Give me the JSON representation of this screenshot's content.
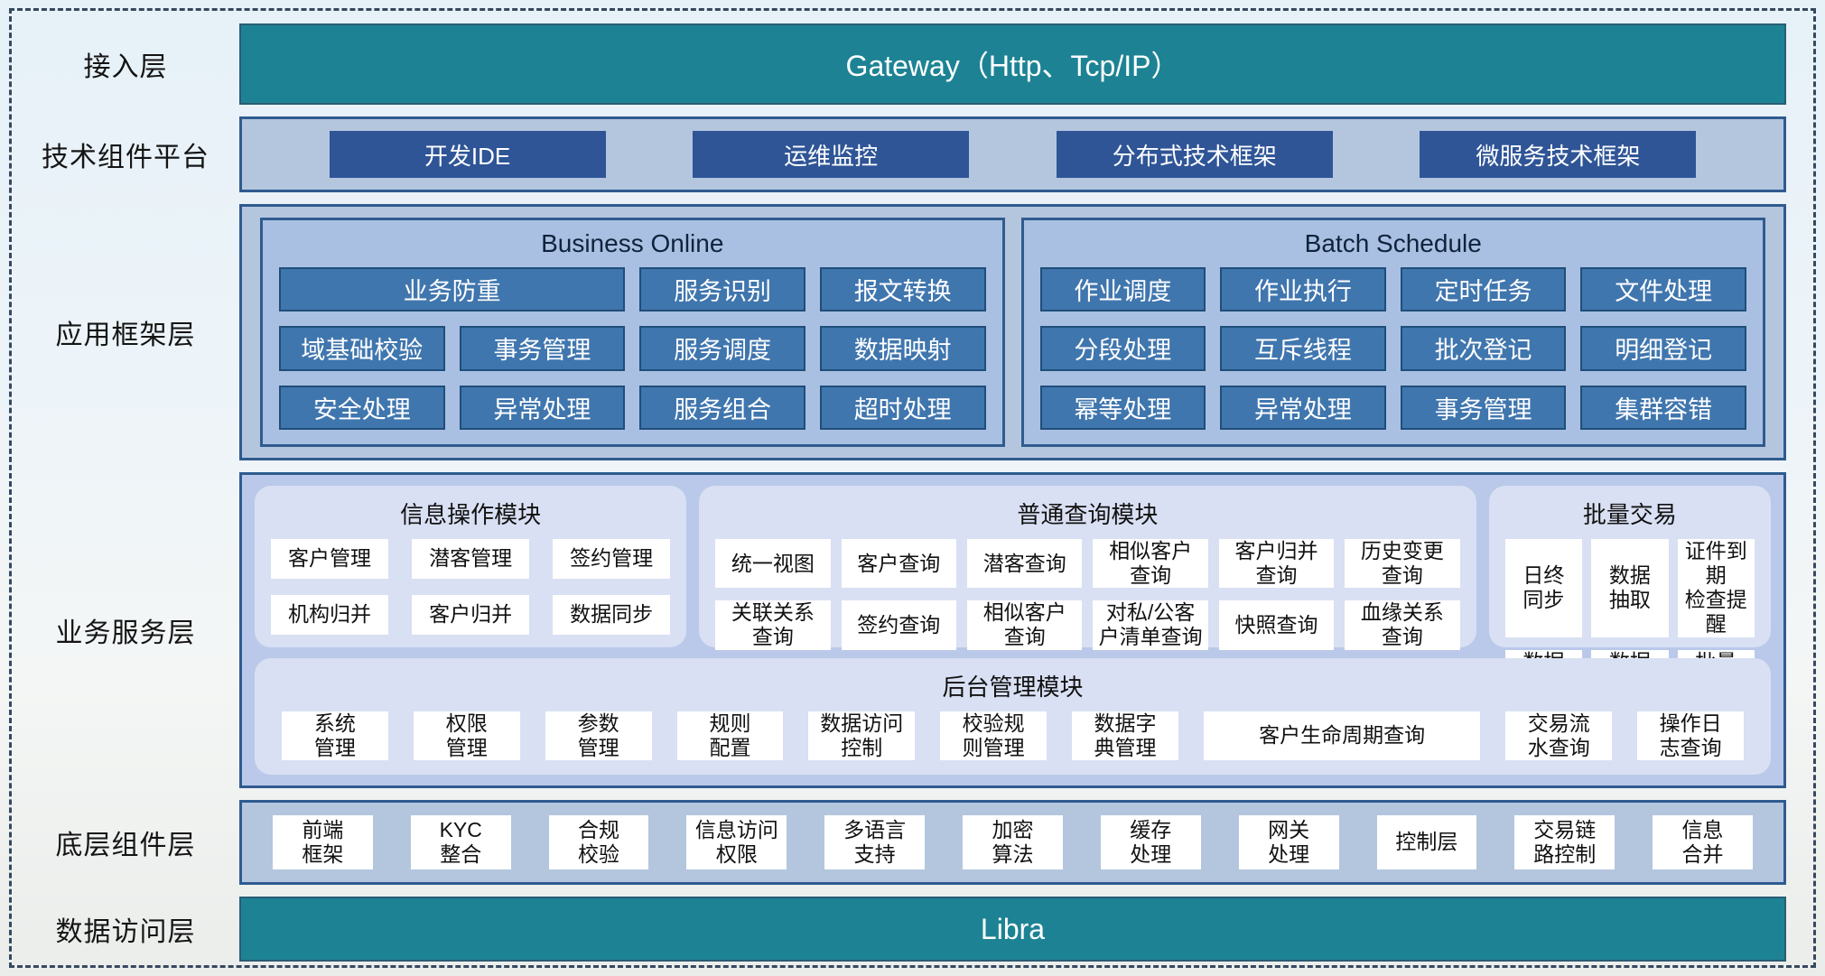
{
  "layers": {
    "access": {
      "label": "接入层",
      "bar_text": "Gateway（Http、Tcp/IP）"
    },
    "tech": {
      "label": "技术组件平台",
      "items": [
        "开发IDE",
        "运维监控",
        "分布式技术框架",
        "微服务技术框架"
      ]
    },
    "app": {
      "label": "应用框架层",
      "business_online": {
        "title": "Business Online",
        "items": [
          "业务防重",
          "服务识别",
          "报文转换",
          "域基础校验",
          "事务管理",
          "服务调度",
          "数据映射",
          "安全处理",
          "异常处理",
          "服务组合",
          "超时处理"
        ]
      },
      "batch_schedule": {
        "title": "Batch Schedule",
        "items": [
          "作业调度",
          "作业执行",
          "定时任务",
          "文件处理",
          "分段处理",
          "互斥线程",
          "批次登记",
          "明细登记",
          "幂等处理",
          "异常处理",
          "事务管理",
          "集群容错"
        ]
      }
    },
    "service": {
      "label": "业务服务层",
      "info_module": {
        "title": "信息操作模块",
        "items": [
          "客户管理",
          "潜客管理",
          "签约管理",
          "机构归并",
          "客户归并",
          "数据同步"
        ]
      },
      "query_module": {
        "title": "普通查询模块",
        "items": [
          "统一视图",
          "客户查询",
          "潜客查询",
          "相似客户\n查询",
          "客户归并\n查询",
          "历史变更\n查询",
          "关联关系\n查询",
          "签约查询",
          "相似客户\n查询",
          "对私/公客\n户清单查询",
          "快照查询",
          "血缘关系\n查询"
        ]
      },
      "batch_module": {
        "title": "批量交易",
        "items": [
          "日终\n同步",
          "数据\n抽取",
          "证件到期\n检查提醒",
          "数据\n转换",
          "数据\n装载",
          "批量\n开户"
        ]
      },
      "admin_module": {
        "title": "后台管理模块",
        "items": [
          "系统\n管理",
          "权限\n管理",
          "参数\n管理",
          "规则\n配置",
          "数据访问\n控制",
          "校验规\n则管理",
          "数据字\n典管理",
          "客户生命周期查询",
          "交易流\n水查询",
          "操作日\n志查询"
        ]
      }
    },
    "component": {
      "label": "底层组件层",
      "items": [
        "前端\n框架",
        "KYC\n整合",
        "合规\n校验",
        "信息访问\n权限",
        "多语言\n支持",
        "加密\n算法",
        "缓存\n处理",
        "网关\n处理",
        "控制层",
        "交易链\n路控制",
        "信息\n合并"
      ]
    },
    "data_access": {
      "label": "数据访问层",
      "bar_text": "Libra"
    }
  },
  "colors": {
    "teal": "#1d8394",
    "dark_blue": "#2f5597",
    "steel_blue": "#4076ae",
    "band_bg": "#b4c6de",
    "service_bg": "#bac9e9",
    "panel_bg": "#d9e0f3",
    "border_blue": "#2f5b8f"
  }
}
